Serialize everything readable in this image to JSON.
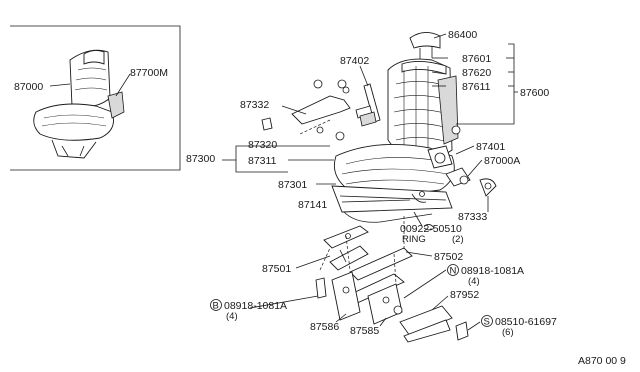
{
  "labels": {
    "p87000": "87000",
    "p87700m": "87700M",
    "p86400": "86400",
    "p87601": "87601",
    "p87620": "87620",
    "p87611": "87611",
    "p87600": "87600",
    "p87402": "87402",
    "p87332": "87332",
    "p87320": "87320",
    "p87311": "87311",
    "p87300": "87300",
    "p87301": "87301",
    "p87141": "87141",
    "p87401": "87401",
    "p87000a": "87000A",
    "p87333": "87333",
    "ring_part": "00922-50510",
    "ring_word": "RING",
    "ring_qty": "(2)",
    "p87502": "87502",
    "p87501": "87501",
    "n_bolt": "08918-1081A",
    "n_qty": "(4)",
    "b_bolt": "08918-1081A",
    "b_qty": "(4)",
    "p87586": "87586",
    "p87585": "87585",
    "p87952": "87952",
    "s_screw": "08510-61697",
    "s_qty": "(6)",
    "n_letter": "N",
    "b_letter": "B",
    "s_letter": "S",
    "page_code": "A870 00 9"
  }
}
